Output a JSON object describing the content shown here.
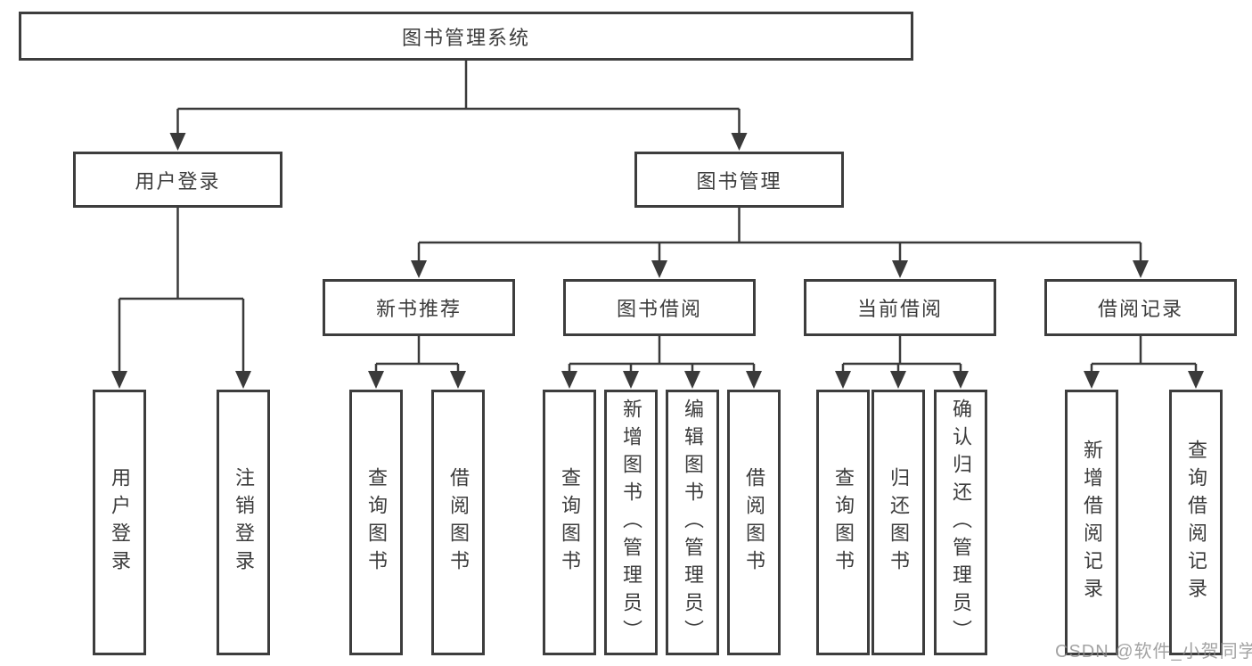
{
  "diagram": {
    "root": "图书管理系统",
    "level2": [
      "用户登录",
      "图书管理"
    ],
    "level3": [
      "新书推荐",
      "图书借阅",
      "当前借阅",
      "借阅记录"
    ],
    "leaves": {
      "user_login": [
        "用户登录",
        "注销登录"
      ],
      "new_book_recommend": [
        "查询图书",
        "借阅图书"
      ],
      "book_borrow": [
        "查询图书",
        "新增图书（管理员）",
        "编辑图书（管理员）",
        "借阅图书"
      ],
      "current_borrow": [
        "查询图书",
        "归还图书",
        "确认归还（管理员）"
      ],
      "borrow_records": [
        "新增借阅记录",
        "查询借阅记录"
      ]
    }
  },
  "watermark": "CSDN @软件_小贺同学",
  "colors": {
    "line": "#3a3a3a",
    "text": "#3c3c3c",
    "box_border": "#3d3d3d",
    "background": "#ffffff",
    "watermark": "#8c8c8c"
  }
}
